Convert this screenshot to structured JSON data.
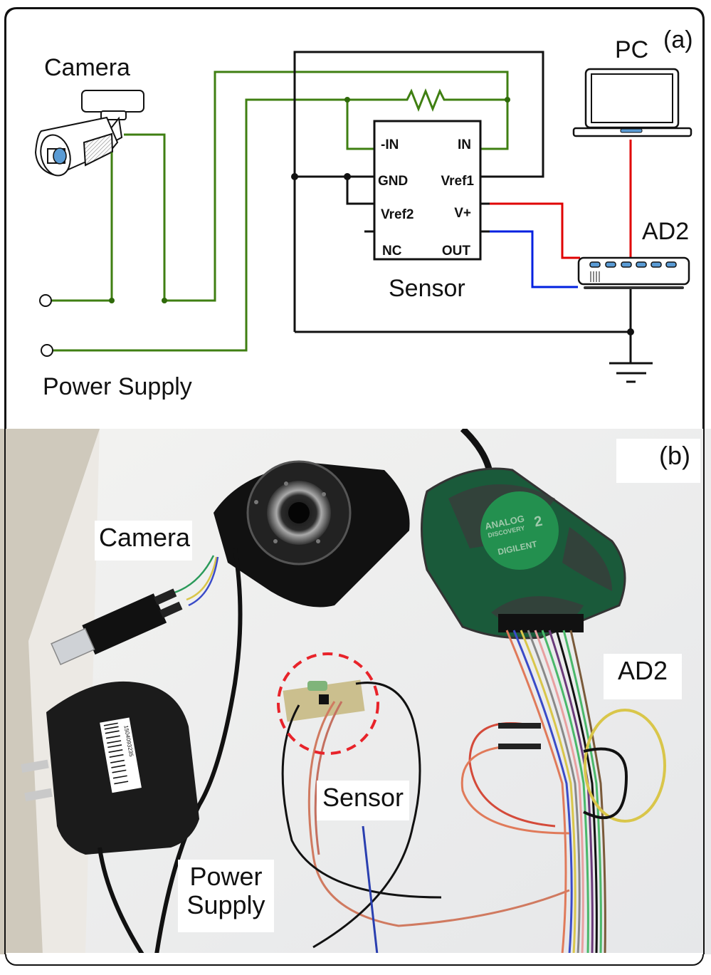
{
  "figure": {
    "panel_a": {
      "tag": "(a)",
      "labels": {
        "camera": "Camera",
        "power_supply": "Power Supply",
        "sensor": "Sensor",
        "pc": "PC",
        "ad2": "AD2"
      },
      "chip_pins": {
        "left": [
          "-IN",
          "GND",
          "Vref2",
          "NC"
        ],
        "right": [
          "IN",
          "Vref1",
          "V+",
          "OUT"
        ]
      },
      "ground_symbol": "ground-icon",
      "wire_colors": {
        "power": "#3f7f12",
        "ground": "#111111",
        "vplus": "#e00000",
        "out": "#0020e0"
      }
    },
    "panel_b": {
      "tag": "(b)",
      "labels": {
        "camera": "Camera",
        "ad2": "AD2",
        "sensor": "Sensor",
        "power_supply_line1": "Power",
        "power_supply_line2": "Supply"
      },
      "device_text": {
        "brand_line1": "ANALOG",
        "brand_line2": "DISCOVERY",
        "brand_number": "2",
        "maker": "DIGILENT",
        "barcode_number": "1504093235"
      },
      "highlight_color": "#e8232a"
    }
  }
}
